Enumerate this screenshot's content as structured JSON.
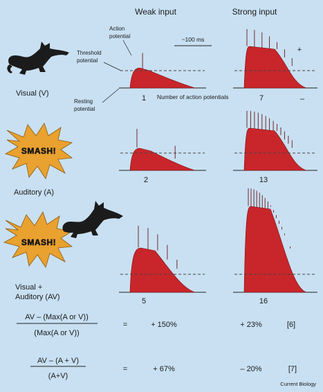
{
  "headers": {
    "weak": "Weak input",
    "strong": "Strong input"
  },
  "labels": {
    "visual": "Visual (V)",
    "auditory": "Auditory (A)",
    "visual_auditory_1": "Visual +",
    "visual_auditory_2": "Auditory (AV)",
    "smash": "SMASH!",
    "action_potential_1": "Action",
    "action_potential_2": "potential",
    "threshold_1": "Threshold",
    "threshold_2": "potential",
    "resting_1": "Resting",
    "resting_2": "potential",
    "scale": "~100 ms",
    "num_ap": "Number of action potentials",
    "plus": "+",
    "minus": "–"
  },
  "counts": {
    "v_weak": "1",
    "v_strong": "7",
    "a_weak": "2",
    "a_strong": "13",
    "av_weak": "5",
    "av_strong": "16"
  },
  "panels": [
    {
      "id": "v-weak",
      "spikes": 1
    },
    {
      "id": "v-strong",
      "spikes": 7
    },
    {
      "id": "a-weak",
      "spikes": 2
    },
    {
      "id": "a-strong",
      "spikes": 13
    },
    {
      "id": "av-weak",
      "spikes": 5
    },
    {
      "id": "av-strong",
      "spikes": 16
    }
  ],
  "formulas": [
    {
      "numerator": "AV – (Max(A or V))",
      "denominator": "(Max(A or V))",
      "equals": "=",
      "weak": "+ 150%",
      "strong": "+ 23%",
      "ref": "[6]"
    },
    {
      "numerator": "AV – (A + V)",
      "denominator": "(A+V)",
      "equals": "=",
      "weak": "+ 67%",
      "strong": "– 20%",
      "ref": "[7]"
    }
  ],
  "footer": "Current Biology",
  "colors": {
    "background": "#c8e0f2",
    "potential": "#c8262a",
    "burst": "#e9a12f",
    "cat": "#1b1b1b"
  },
  "icons": [
    "cat-icon",
    "smash-burst-icon",
    "cat-on-burst-icon"
  ]
}
